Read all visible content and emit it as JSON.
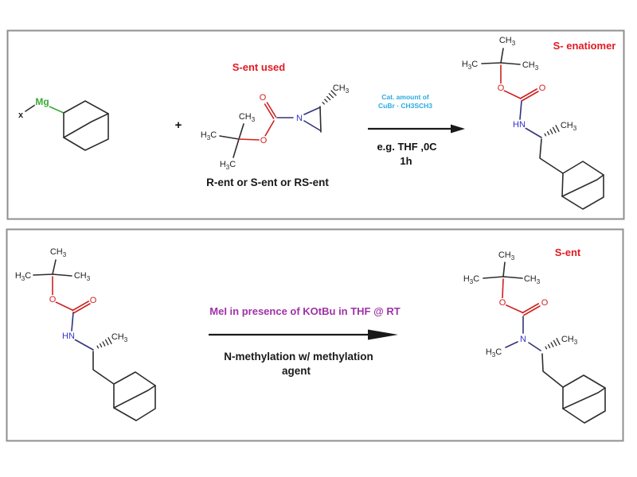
{
  "top_panel": {
    "grignard_halide": "x",
    "grignard_metal": "Mg",
    "plus": "+",
    "reagent_title": "S-ent used",
    "reagent_note": "R-ent or S-ent or RS-ent",
    "catalyst_line1": "Cat. amount of",
    "catalyst_line2": "CuBr · CH3SCH3",
    "conditions_line1": "e.g. THF ,0C",
    "conditions_line2": "1h",
    "product_label": "S- enatiomer"
  },
  "bottom_panel": {
    "arrow_above": "MeI in presence of KOtBu  in THF @ RT",
    "arrow_below_line1": "N-methylation w/ methylation",
    "arrow_below_line2": "agent",
    "product_label": "S-ent"
  },
  "atoms": {
    "CH": "CH",
    "H": "H",
    "C": "C",
    "O": "O",
    "N": "N",
    "HN": "HN",
    "Mg": "Mg",
    "three": "3"
  },
  "colors": {
    "red_label": "#e11b22",
    "oxygen_red": "#d02020",
    "nitrogen_blue": "#3333cc",
    "magnesium_green": "#3aaa35",
    "catalyst_cyan": "#29aae1",
    "purple_text": "#9e33a6",
    "box_border": "#8f8f8f",
    "bond_black": "#2d2d2d"
  }
}
